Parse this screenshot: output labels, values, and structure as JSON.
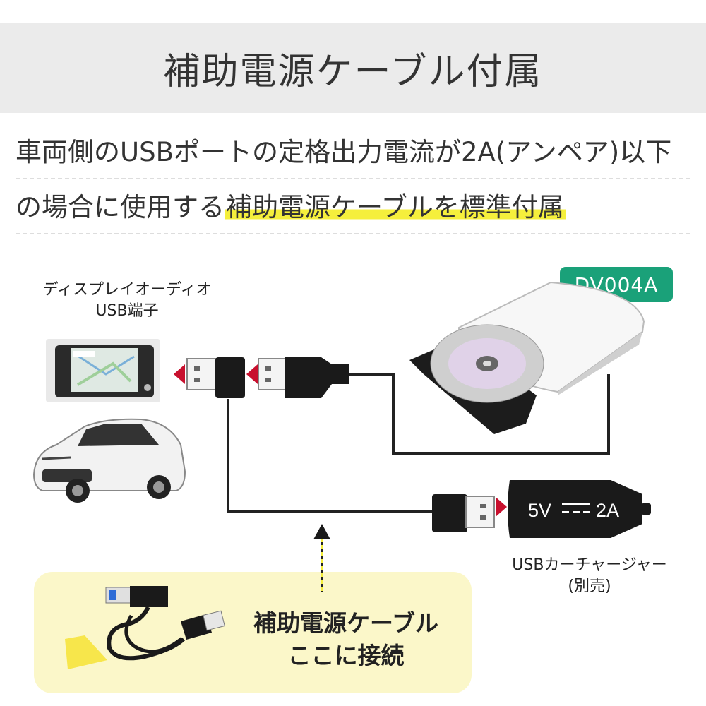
{
  "title": "補助電源ケーブル付属",
  "description": {
    "line1": "車両側のUSBポートの定格出力電流が2A(アンペア)以下",
    "line2_prefix": "の場合に使用する",
    "line2_highlight": "補助電源ケーブルを標準付属"
  },
  "display_label": {
    "line1": "ディスプレイオーディオ",
    "line2": "USB端子"
  },
  "model_badge": "DV004A",
  "charger": {
    "voltage": "5V",
    "current": "2A",
    "label_line1": "USBカーチャージャー",
    "label_line2": "(別売)"
  },
  "callout": {
    "line1": "補助電源ケーブル",
    "line2": "ここに接続"
  },
  "colors": {
    "badge": "#1aa179",
    "highlight": "#f5ef3c",
    "callout_bg": "#fbf7c9",
    "arrow_red": "#c8102e",
    "header_bg": "#ebebeb"
  }
}
